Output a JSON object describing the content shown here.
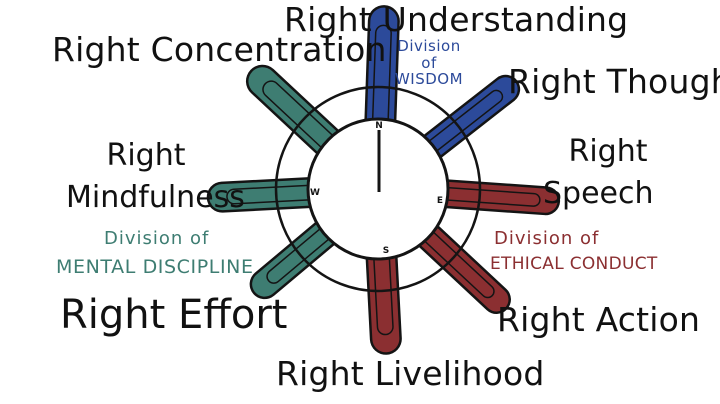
{
  "colors": {
    "wisdom": "#2c4a9a",
    "ethical": "#8b2f31",
    "mental": "#3e7d72",
    "outline": "#141414"
  },
  "compass": {
    "n": "N",
    "e": "E",
    "s": "S",
    "w": "W"
  },
  "paths": {
    "understanding": "Right Understanding",
    "thought": "Right Thought",
    "speech_1": "Right",
    "speech_2": "Speech",
    "action": "Right Action",
    "livelihood": "Right Livelihood",
    "effort": "Right Effort",
    "mindfulness_1": "Right",
    "mindfulness_2": "Mindfulness",
    "concentration": "Right Concentration"
  },
  "divisions": {
    "wisdom_1": "Division",
    "wisdom_2": "of",
    "wisdom_3": "WISDOM",
    "ethical_1": "Division of",
    "ethical_2": "ETHICAL CONDUCT",
    "mental_1": "Division of",
    "mental_2": "MENTAL DISCIPLINE"
  }
}
